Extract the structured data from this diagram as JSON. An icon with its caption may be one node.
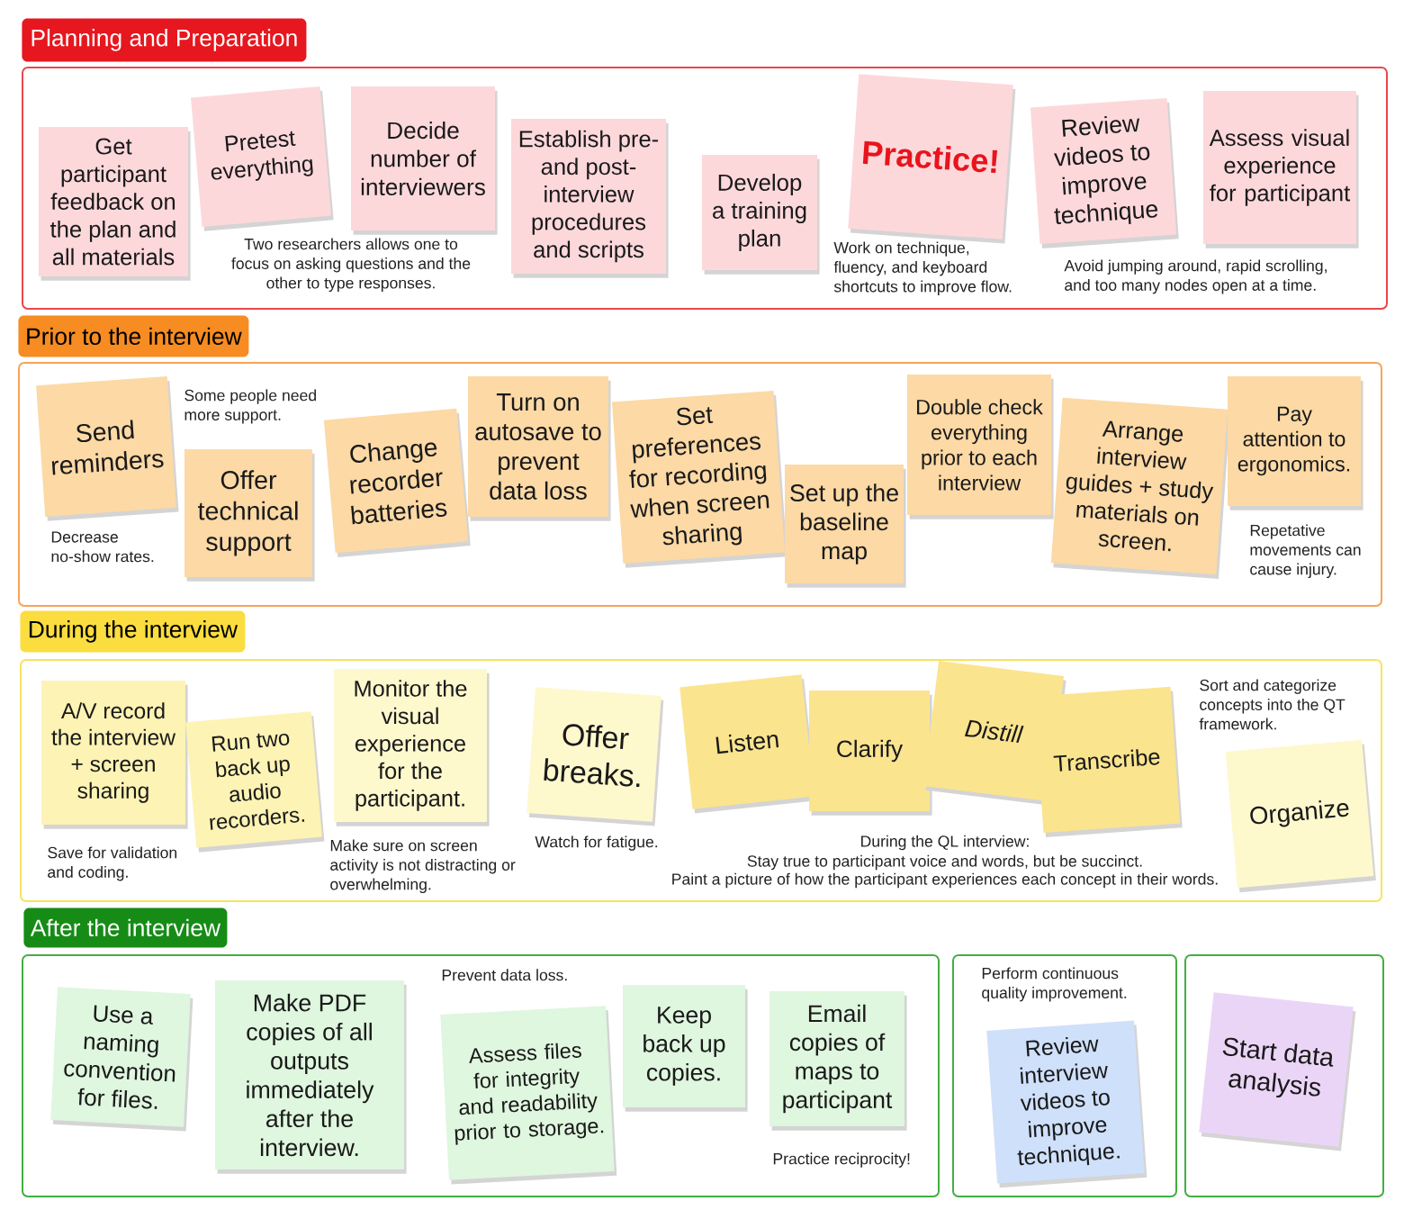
{
  "diagram": {
    "nodes": [
      {
        "text": [
          "Planning and Preparation"
        ]
      },
      {
        "text": [
          "Get participant feedback on the plan and all materials"
        ],
        "in": 0
      },
      {
        "text": [
          "Pretest everything"
        ],
        "in": 0
      },
      {
        "text": [
          "Decide number of interviewers"
        ],
        "in": 0,
        "beside": [
          "Two researchers allows one to focus on asking questions and the other to type responses."
        ]
      },
      {
        "text": [
          "Establish pre- and post- interview procedures and scripts"
        ],
        "in": 0
      },
      {
        "text": [
          "Develop a training plan"
        ],
        "in": 0
      },
      {
        "text": [
          "Practice!"
        ],
        "in": 0,
        "beside": [
          "Work on technique, fluency, and keyboard shortcuts to improve flow."
        ]
      },
      {
        "text": [
          "Review videos to improve technique"
        ],
        "in": 0
      },
      {
        "text": [
          "Assess visual experience for participant"
        ],
        "in": 0,
        "beside": [
          "Avoid jumping around, rapid scrolling, and too many nodes open at a time."
        ]
      },
      {
        "text": [
          "Prior to the interview"
        ]
      },
      {
        "text": [
          "Send reminders"
        ],
        "in": 9,
        "beside": [
          "Decrease no-show rates."
        ]
      },
      {
        "text": [
          "Offer technical support"
        ],
        "in": 9
      },
      {
        "text": [
          "Change recorder batteries"
        ],
        "in": 9
      },
      {
        "text": [
          "Turn on autosave to prevent data loss"
        ],
        "in": 9
      },
      {
        "text": [
          "Set preferences for recording when screen sharing"
        ],
        "in": 9
      },
      {
        "text": [
          "Set up the baseline map"
        ],
        "in": 9
      },
      {
        "text": [
          "Double check everything prior to each interview"
        ],
        "in": 9
      },
      {
        "text": [
          "Arrange interview guides + study materials on screen."
        ],
        "in": 9
      },
      {
        "text": [
          "Pay attention to ergonomics."
        ],
        "in": 9,
        "beside": [
          "Repetative movements can cause injury."
        ]
      },
      {
        "text": [
          "During the interview"
        ]
      },
      {
        "text": [
          "A/V record the interview + screen sharing"
        ],
        "in": 19
      },
      {
        "text": [
          "Run two back up audio recorders."
        ],
        "in": 19
      },
      {
        "text": [
          "Monitor the visual experience for the participant."
        ],
        "in": 19,
        "beside": [
          "Make sure on screen activity is not distracting or overwhelming."
        ]
      },
      {
        "text": [
          "Offer breaks."
        ],
        "in": 19,
        "beside": [
          "Watch for fatigue."
        ]
      },
      {
        "text": [
          "Listen"
        ],
        "in": 19
      },
      {
        "text": [
          "Clarify"
        ],
        "in": 19
      },
      {
        "text": [
          "Distill"
        ],
        "in": 19
      },
      {
        "text": [
          "Transcribe"
        ],
        "in": 19
      },
      {
        "text": [
          "Organize"
        ],
        "in": 19,
        "beside": [
          "Sort and categorize concepts into the QT framework."
        ]
      },
      {
        "text": [
          "After the interview"
        ]
      },
      {
        "text": [
          "Use a naming convention for files."
        ],
        "in": 29
      },
      {
        "text": [
          "Make PDF copies of all outputs immediately after the interview."
        ],
        "in": 29
      },
      {
        "text": [
          "Assess files for integrity and readability prior to storage."
        ],
        "in": 29,
        "beside": [
          "Prevent data loss."
        ]
      },
      {
        "text": [
          "Keep back up copies."
        ],
        "in": 29
      },
      {
        "text": [
          "Email copies of maps to participant"
        ],
        "in": 29,
        "beside": [
          "Practice reciprocity!"
        ]
      },
      {
        "text": [],
        "shape": "box"
      },
      {
        "text": [
          "Review interview videos to improve technique."
        ],
        "in": 35,
        "beside": [
          "Perform continuous quality improvement."
        ]
      },
      {
        "text": [],
        "shape": "box"
      },
      {
        "text": [
          "Start data analysis"
        ],
        "in": 37
      }
    ],
    "labels": [
      "Some people need more support.",
      "Save for validation and coding.",
      "During the QL interview:",
      "Stay true to participant voice and words, but be succinct.",
      "Paint a picture of how the participant experiences each concept in their words."
    ]
  }
}
